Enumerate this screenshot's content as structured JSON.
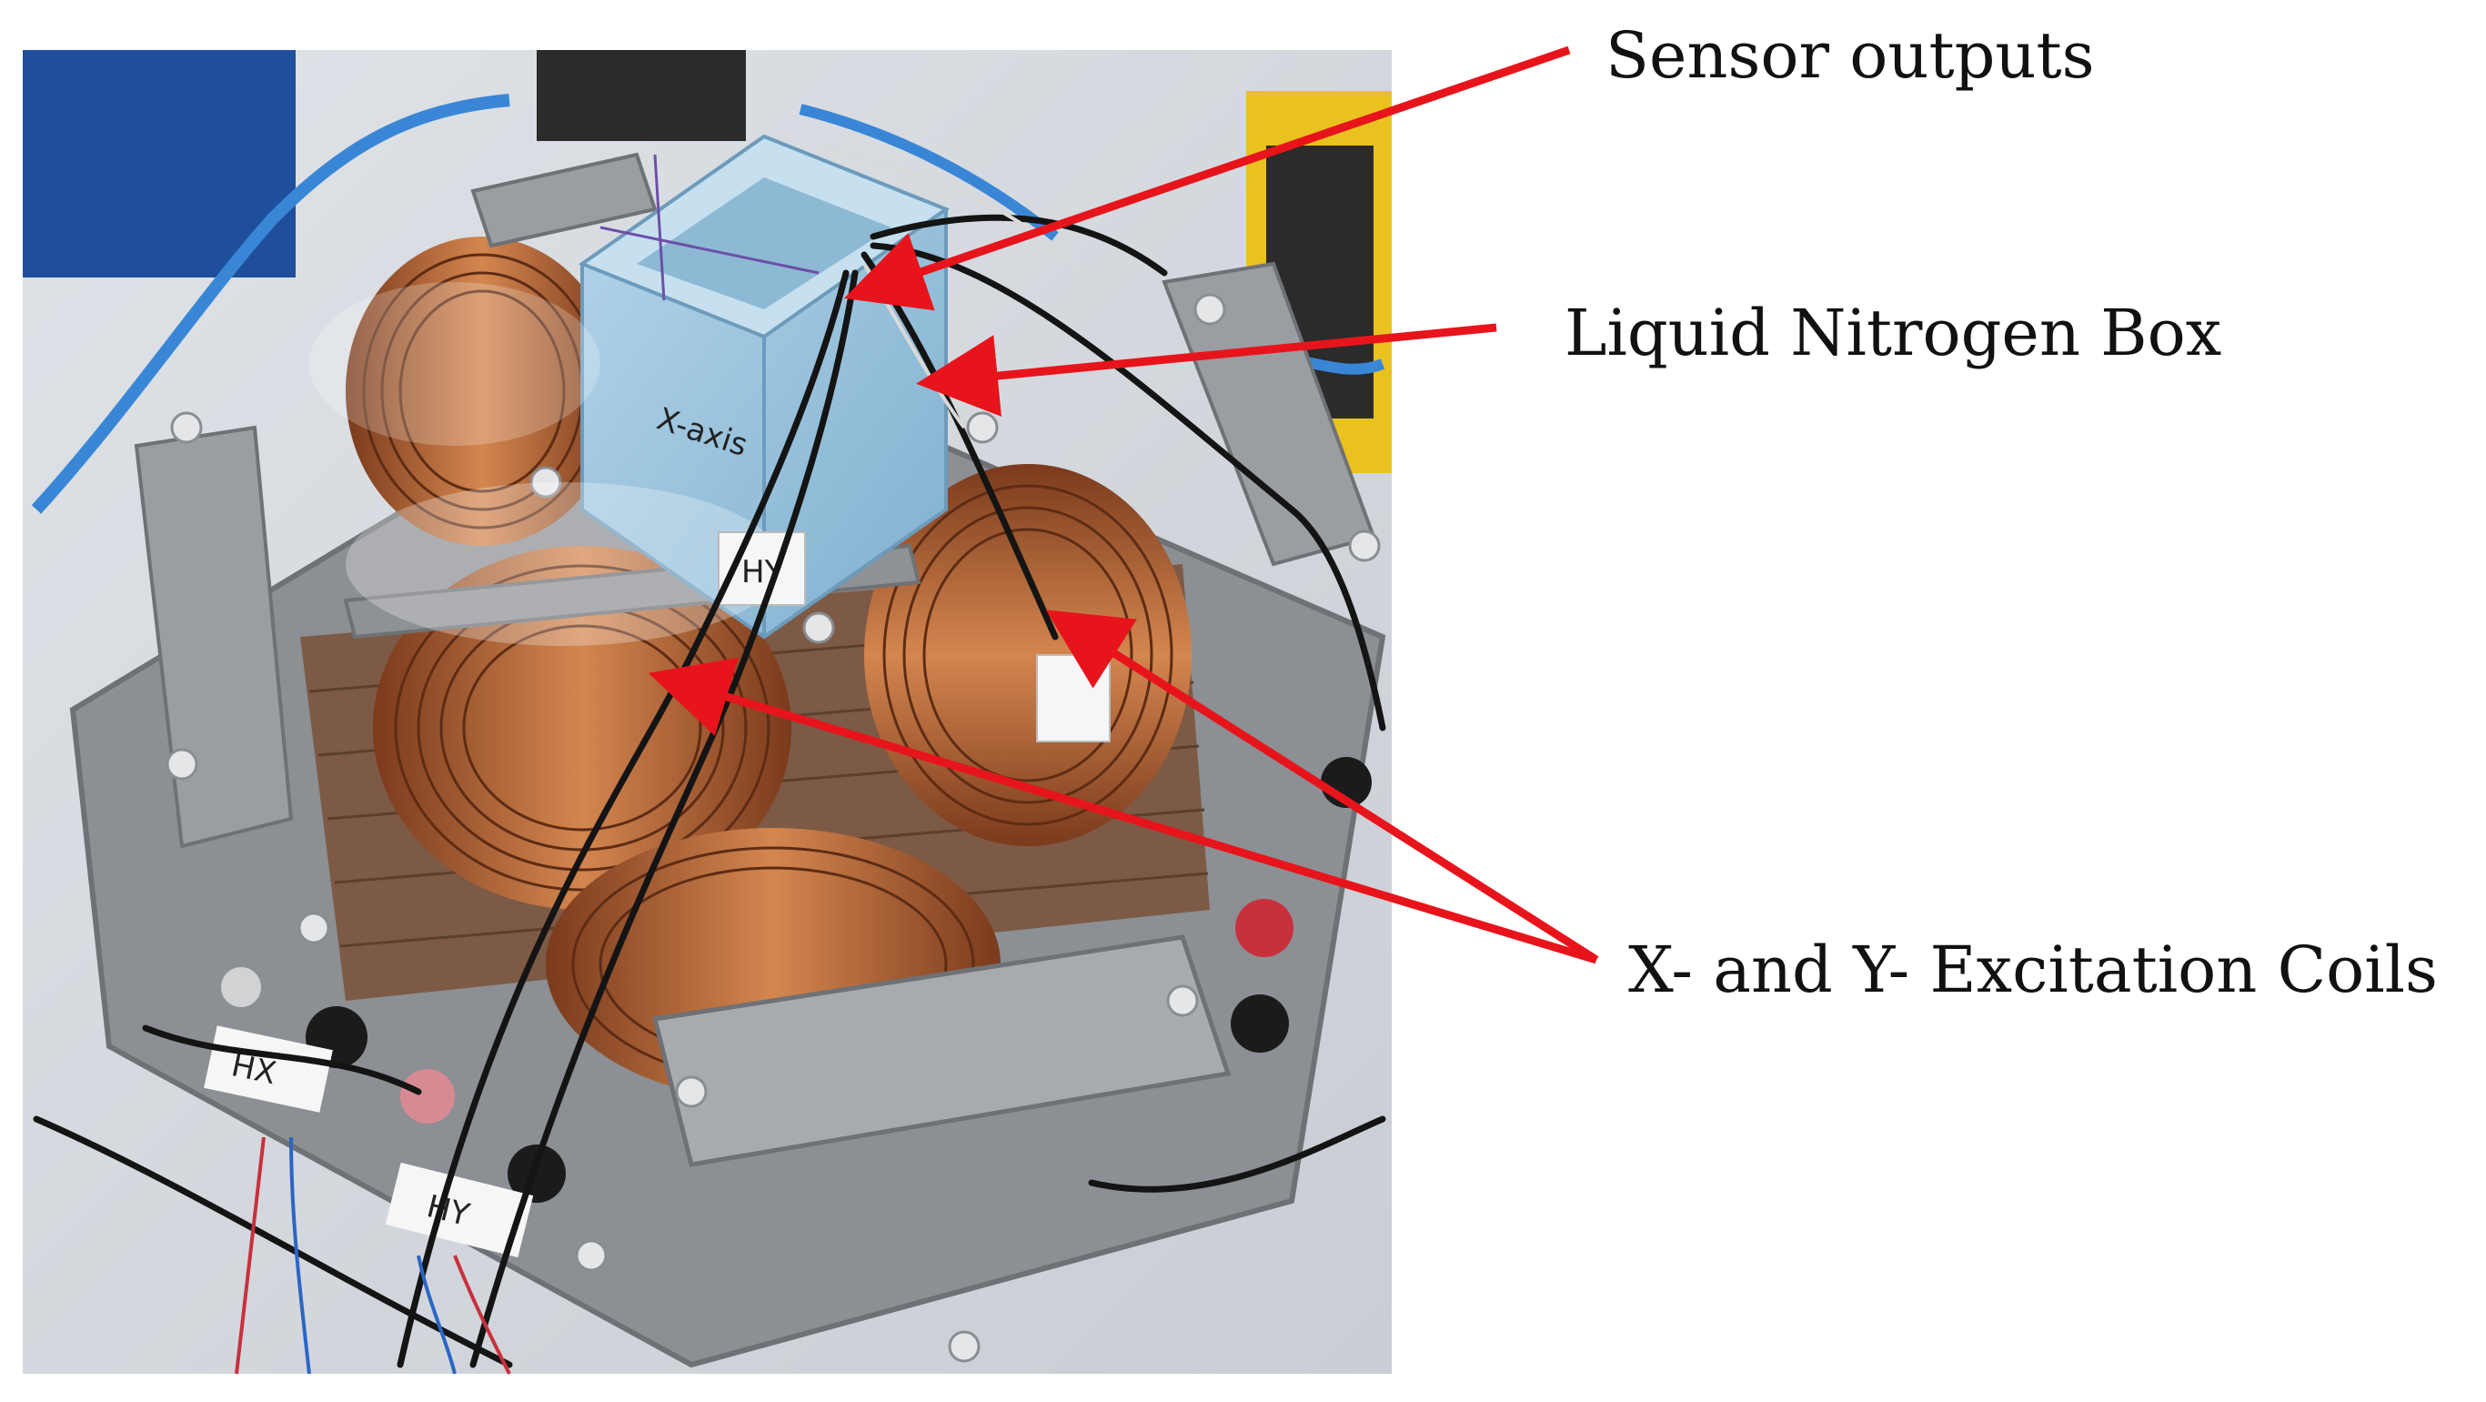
{
  "figure": {
    "annotations": [
      {
        "id": "sensor-outputs",
        "label": "Sensor outputs"
      },
      {
        "id": "liquid-nitrogen-box",
        "label": "Liquid Nitrogen Box"
      },
      {
        "id": "excitation-coils",
        "label": "X- and Y- Excitation Coils"
      }
    ],
    "photo_tags": {
      "box_marking": "X-axis",
      "label_upper": "HY",
      "label_bottom_left": "HX",
      "label_bottom": "HY"
    },
    "colors": {
      "arrow": "#e8141b",
      "copper": "#b8663a",
      "steel": "#8c8f93",
      "foam_box": "#9cc4dd",
      "background": "#ffffff"
    }
  }
}
